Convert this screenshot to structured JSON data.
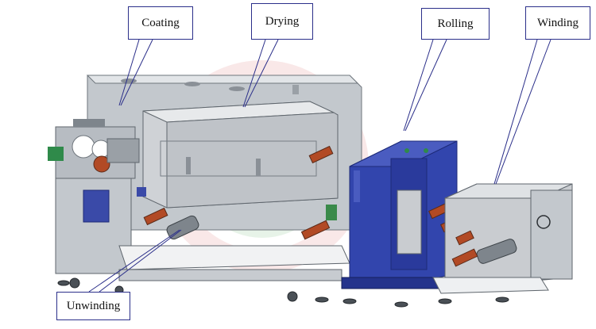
{
  "labels": {
    "coating": "Coating",
    "drying": "Drying",
    "rolling": "Rolling",
    "winding": "Winding",
    "unwinding": "Unwinding"
  },
  "colors": {
    "frame": "#a7adb4",
    "frame_dark": "#6f767d",
    "panel_light": "#d5d8dc",
    "oven": "#c9ccd0",
    "blue_machine": "#2f3fa6",
    "blue_dark": "#1d2a78",
    "roller": "#b24a25",
    "callout_line": "#2b2f8a",
    "background": "#ffffff"
  },
  "icons": [
    "roller-icon",
    "fan-icon",
    "caster-wheel-icon"
  ]
}
